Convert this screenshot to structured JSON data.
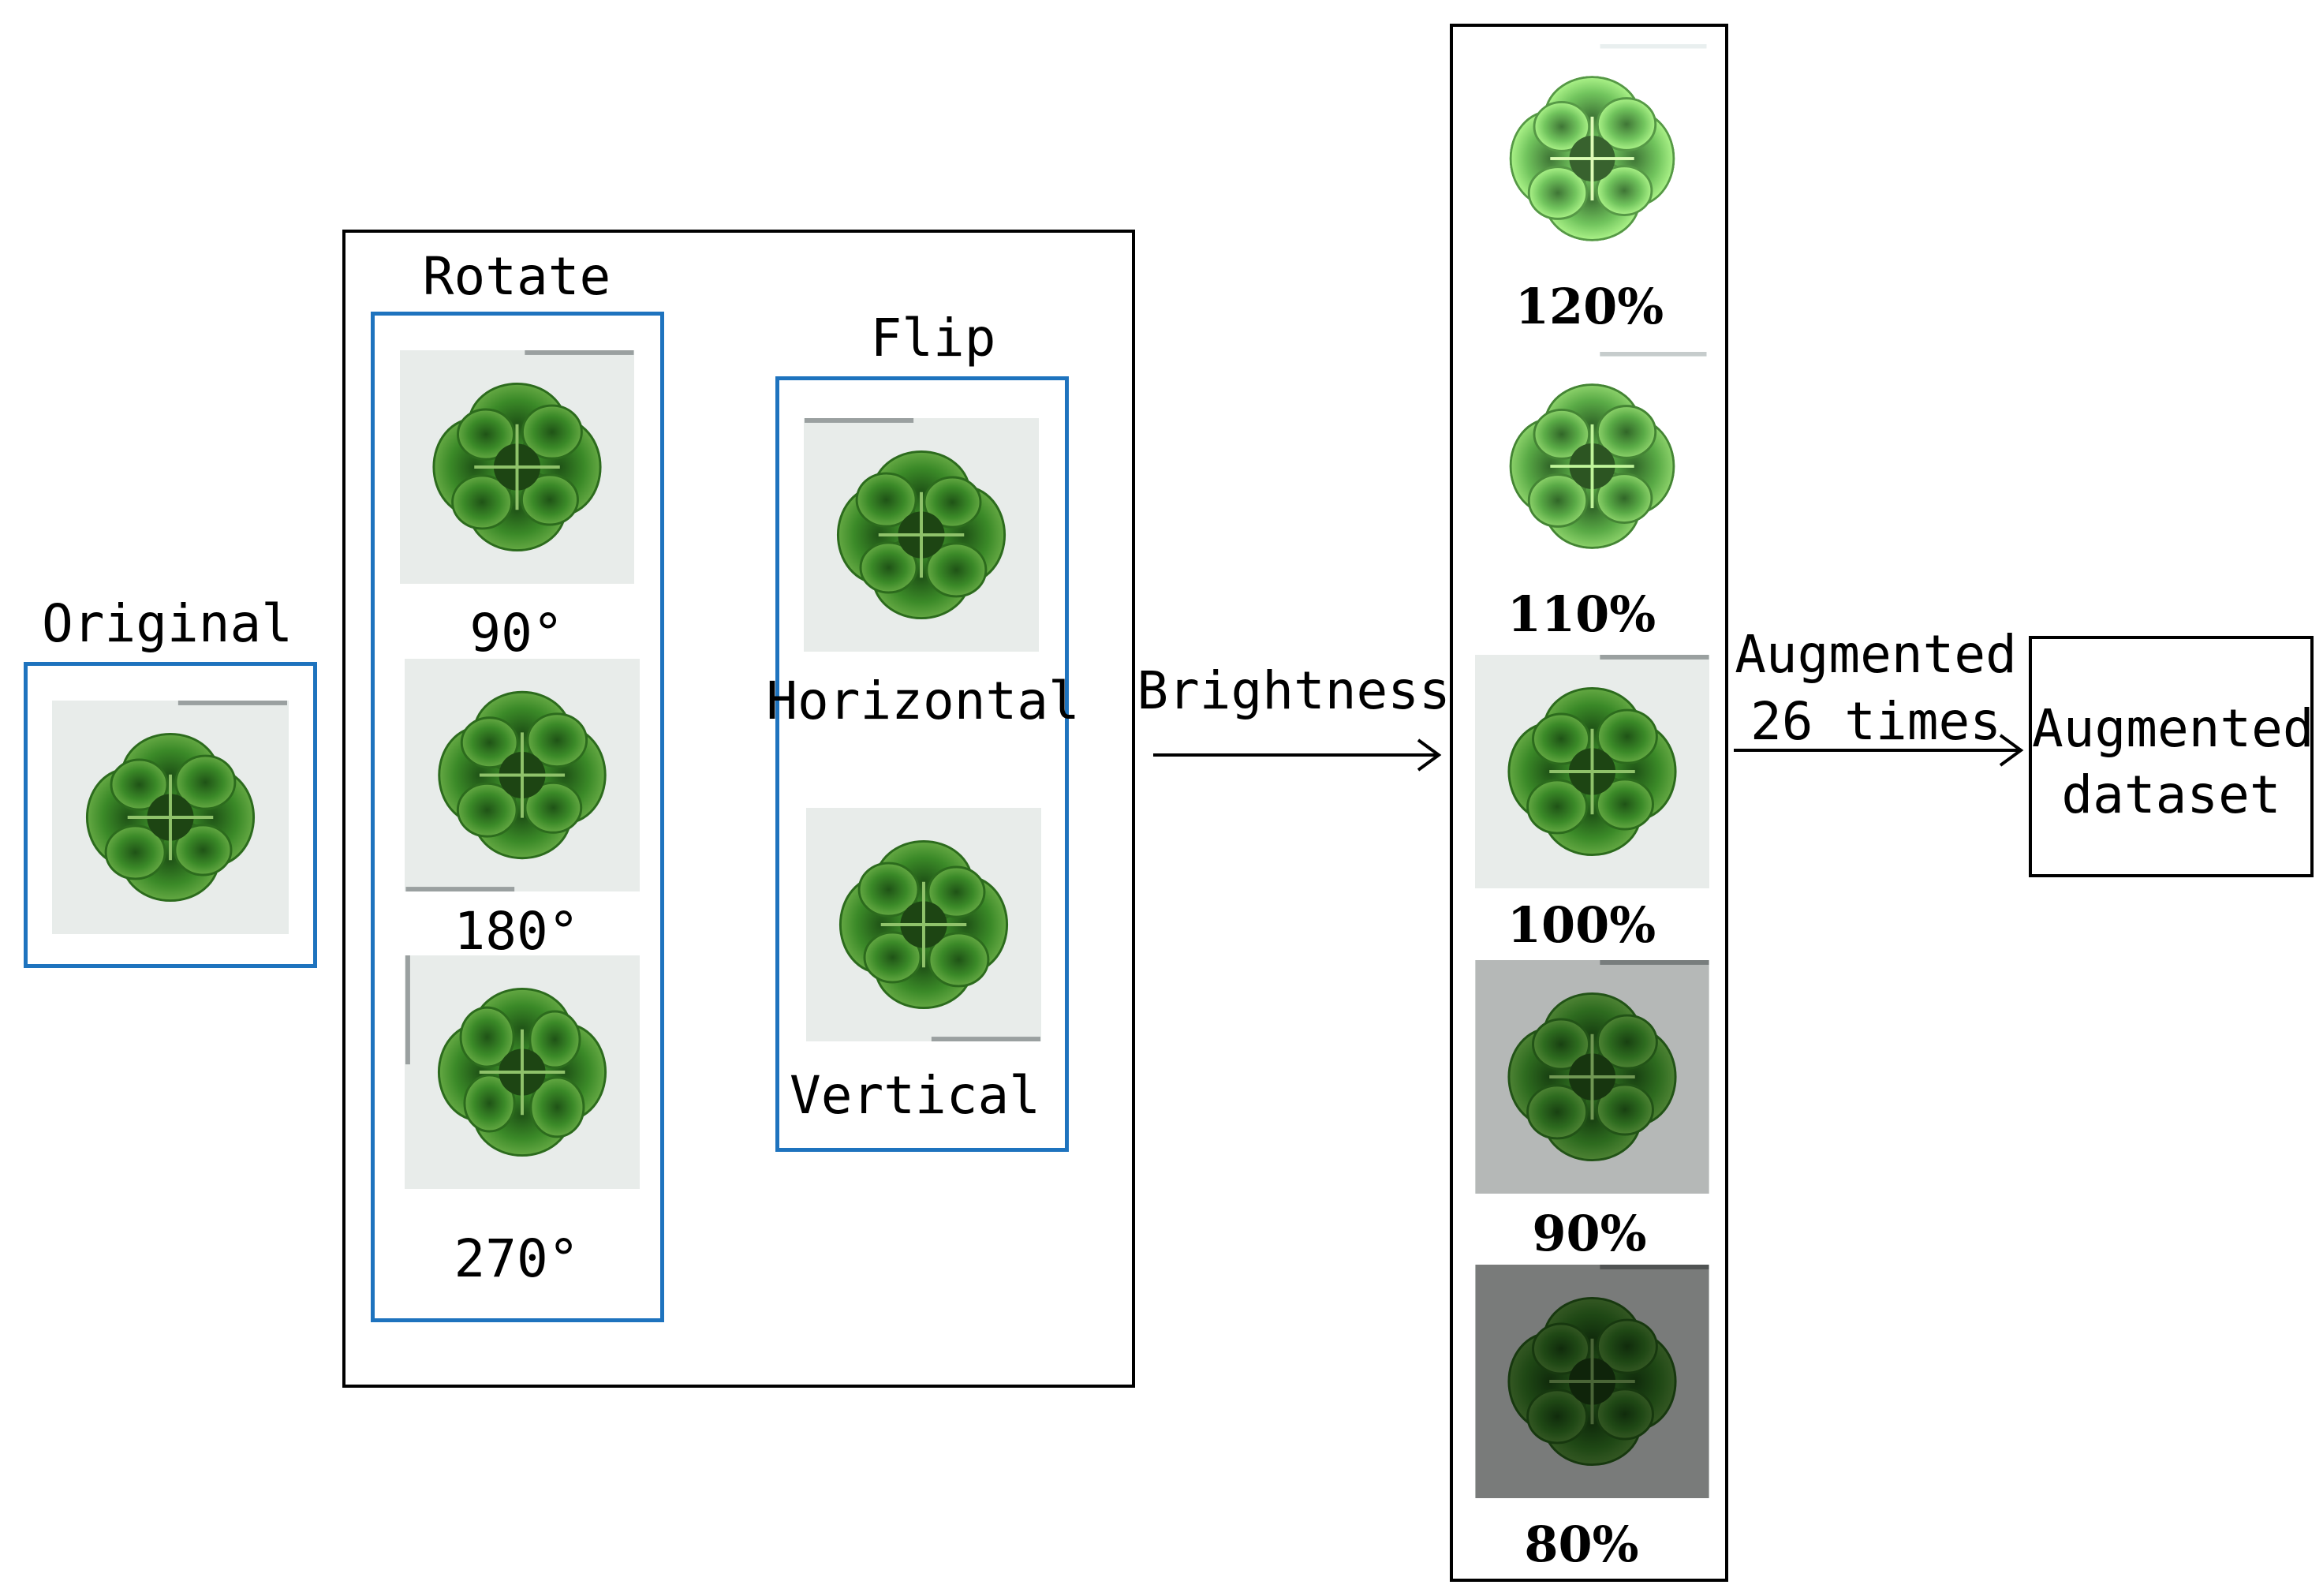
{
  "original": {
    "label": "Original"
  },
  "rotate": {
    "label": "Rotate",
    "items": [
      "90°",
      "180°",
      "270°"
    ]
  },
  "flip": {
    "label": "Flip",
    "items": [
      "Horizontal",
      "Vertical"
    ]
  },
  "brightness": {
    "label": "Brightness",
    "levels": [
      "120%",
      "110%",
      "100%",
      "90%",
      "80%"
    ]
  },
  "augment": {
    "line1": "Augmented",
    "line2": "26 times"
  },
  "result": {
    "line1": "Augmented",
    "line2": "dataset"
  },
  "colors": {
    "frame": "#000000",
    "group": "#1e73be",
    "leaf": "#3f8a2e",
    "background": "#e7ecea"
  }
}
